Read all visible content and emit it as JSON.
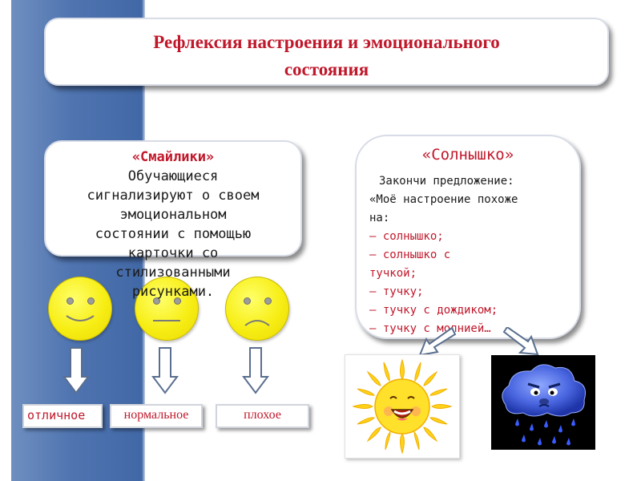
{
  "slide": {
    "title_line1": "Рефлексия настроения и эмоционального",
    "title_line2": "состояния"
  },
  "smileys_card": {
    "heading": "«Смайлики»",
    "line1": "Обучающиеся",
    "line2": "сигнализируют о своем",
    "line3": "эмоциональном",
    "line4": "состоянии с помощью",
    "line5": "карточки со",
    "line6": "стилизованными",
    "line7": "рисунками."
  },
  "sun_card": {
    "heading": "«Солнышко»",
    "intro_line1": "Закончи предложение:",
    "intro_line2": "«Моё настроение похоже",
    "intro_line3": "на:",
    "options": [
      "– солнышко;",
      "– солнышко с",
      "тучкой;",
      "– тучку;",
      "– тучку с дождиком;",
      "– тучку с молнией…"
    ]
  },
  "mood_labels": {
    "excellent": "отличное",
    "normal": "нормальное",
    "bad": "плохое"
  },
  "images": {
    "sun_icon": "smiling-sun-icon",
    "cloud_icon": "angry-rain-cloud-icon"
  },
  "colors": {
    "accent": "#c0182b",
    "band": "#4f74b0",
    "smiley": "#f7ee15"
  }
}
